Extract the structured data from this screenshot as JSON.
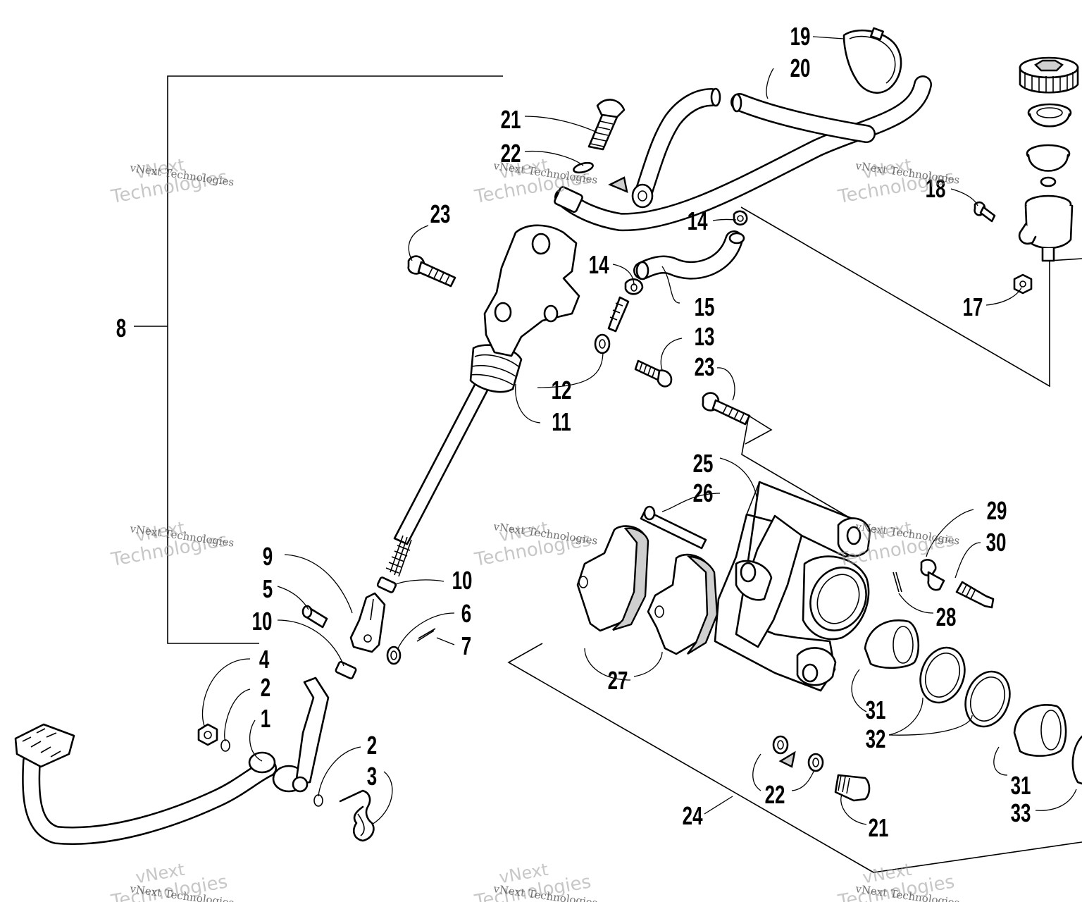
{
  "callouts": {
    "c1": "1",
    "c2a": "2",
    "c2b": "2",
    "c3": "3",
    "c4": "4",
    "c5": "5",
    "c6": "6",
    "c7": "7",
    "c8": "8",
    "c9": "9",
    "c10a": "10",
    "c10b": "10",
    "c11": "11",
    "c12": "12",
    "c13": "13",
    "c14a": "14",
    "c14b": "14",
    "c15": "15",
    "c17": "17",
    "c18": "18",
    "c19": "19",
    "c20": "20",
    "c21a": "21",
    "c21b": "21",
    "c22a": "22",
    "c22b": "22",
    "c23a": "23",
    "c23b": "23",
    "c24": "24",
    "c25": "25",
    "c26": "26",
    "c27": "27",
    "c28": "28",
    "c29": "29",
    "c30": "30",
    "c31a": "31",
    "c31b": "31",
    "c32": "32",
    "c33": "33"
  },
  "watermark": {
    "big_line1": "vNext",
    "big_line2": "Technologies",
    "small": "vNext Technologies"
  },
  "colors": {
    "line": "#000000",
    "background": "#ffffff",
    "watermark": "#9a9a9a"
  }
}
